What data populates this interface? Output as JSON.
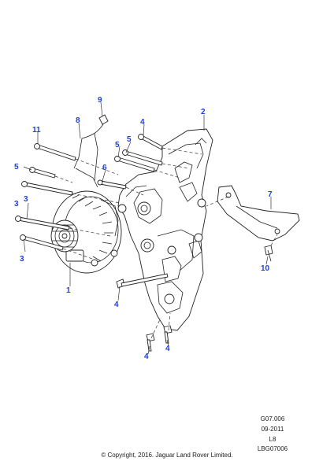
{
  "callouts": {
    "c1": "1",
    "c2": "2",
    "c3a": "3",
    "c3b": "3",
    "c3c": "3",
    "c4a": "4",
    "c4b": "4",
    "c4c": "4",
    "c4d": "4",
    "c5a": "5",
    "c5b": "5",
    "c5c": "5",
    "c6": "6",
    "c7": "7",
    "c8": "8",
    "c9": "9",
    "c10": "10",
    "c11": "11"
  },
  "meta": {
    "group_code": "G07.006",
    "date": "09-2011",
    "model": "L8",
    "illustration_id": "LBG07006"
  },
  "footer": {
    "copyright": "© Copyright, 2016. Jaguar Land Rover Limited."
  },
  "colors": {
    "callout": "#1d3fd8",
    "line": "#222222"
  }
}
